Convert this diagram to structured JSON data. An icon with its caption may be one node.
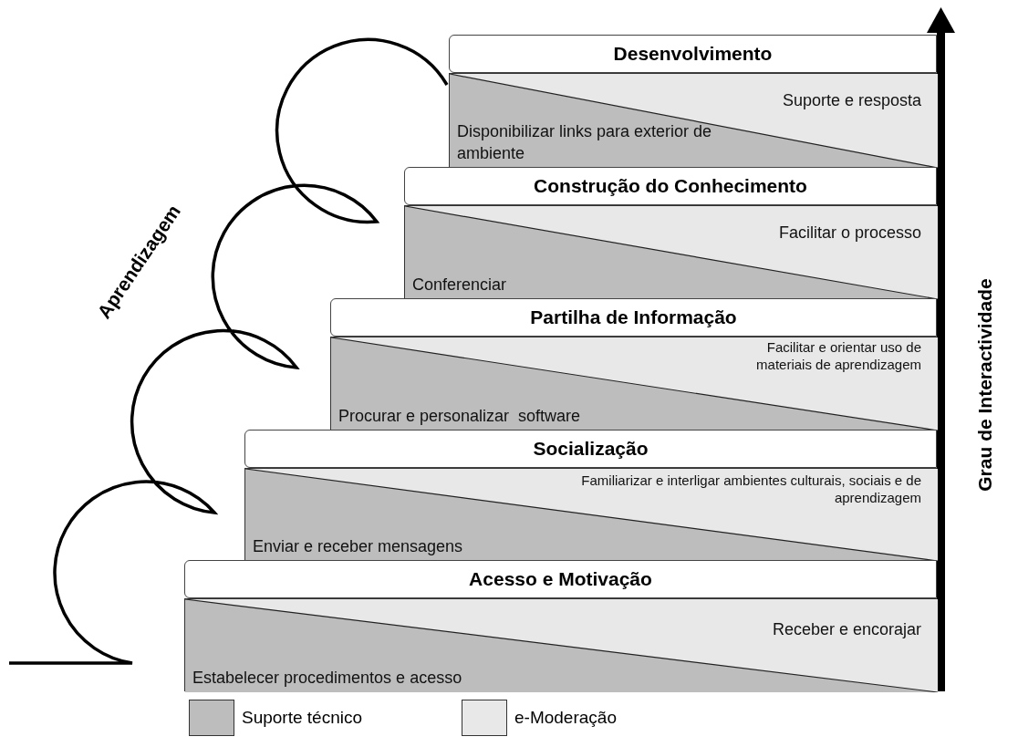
{
  "diagram": {
    "nodes": [
      {
        "text": [
          "Desenvolvimento"
        ]
      },
      {
        "text": [
          "Suporte e resposta",
          "Disponibilizar links para exterior de ambiente"
        ]
      },
      {
        "text": [
          "Construção do Conhecimento"
        ]
      },
      {
        "text": [
          "Facilitar o processo",
          "Conferenciar"
        ]
      },
      {
        "text": [
          "Partilha de Informação"
        ]
      },
      {
        "text": [
          "Facilitar e orientar uso de materiais de aprendizagem",
          "Procurar e personalizar  software"
        ]
      },
      {
        "text": [
          "Socialização"
        ]
      },
      {
        "text": [
          "Familiarizar e interligar ambientes culturais, sociais e de aprendizagem",
          "Enviar e receber mensagens"
        ]
      },
      {
        "text": [
          "Acesso e Motivação"
        ]
      },
      {
        "text": [
          "Receber e encorajar",
          "Estabelecer procedimentos e acesso"
        ]
      }
    ],
    "labels": [
      "Aprendizagem",
      "Grau de Interactividade"
    ],
    "legend": [
      {
        "text": "Suporte técnico",
        "color": "#bdbdbd"
      },
      {
        "text": "e-Moderação",
        "color": "#e8e8e8"
      }
    ]
  }
}
